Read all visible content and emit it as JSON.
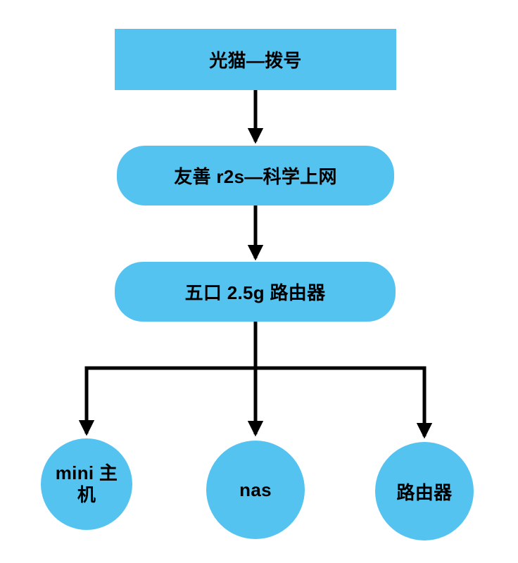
{
  "canvas": {
    "background": "#ffffff"
  },
  "diagram": {
    "node_fill": "#55C3F0",
    "arrow_color": "#000000",
    "text_color": "#000000",
    "nodes": [
      {
        "id": "optical-modem",
        "shape": "rectangle",
        "label": "光猫—拨号"
      },
      {
        "id": "r2s-gateway",
        "shape": "rounded-rectangle",
        "label": "友善 r2s—科学上网"
      },
      {
        "id": "five-port-router",
        "shape": "rounded-rectangle",
        "label": "五口 2.5g 路由器"
      },
      {
        "id": "mini-pc",
        "shape": "circle",
        "label": "mini 主机"
      },
      {
        "id": "nas",
        "shape": "circle",
        "label": "nas"
      },
      {
        "id": "router",
        "shape": "circle",
        "label": "路由器"
      }
    ],
    "edges": [
      {
        "from": "optical-modem",
        "to": "r2s-gateway"
      },
      {
        "from": "r2s-gateway",
        "to": "five-port-router"
      },
      {
        "from": "five-port-router",
        "to": "mini-pc"
      },
      {
        "from": "five-port-router",
        "to": "nas"
      },
      {
        "from": "five-port-router",
        "to": "router"
      }
    ]
  }
}
